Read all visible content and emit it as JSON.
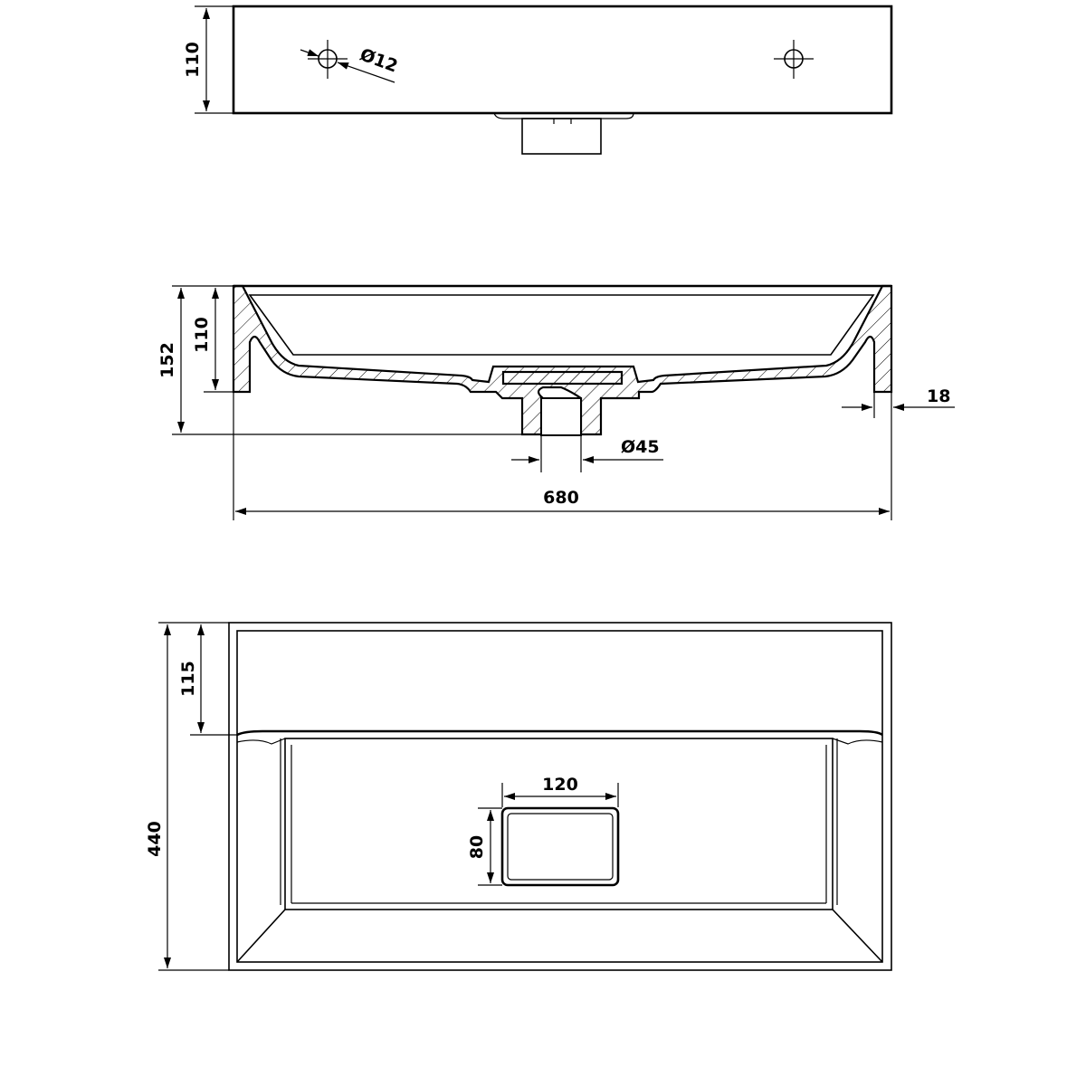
{
  "drawing": {
    "top_view": {
      "height_dim": "110",
      "hole_diameter": "Ø12"
    },
    "section_view": {
      "total_height_dim": "152",
      "basin_height_dim": "110",
      "wall_thickness_dim": "18",
      "drain_diameter_dim": "Ø45",
      "width_dim": "680"
    },
    "plan_view": {
      "depth_dim": "440",
      "ledge_dim": "115",
      "drain_width_dim": "120",
      "drain_depth_dim": "80"
    }
  }
}
